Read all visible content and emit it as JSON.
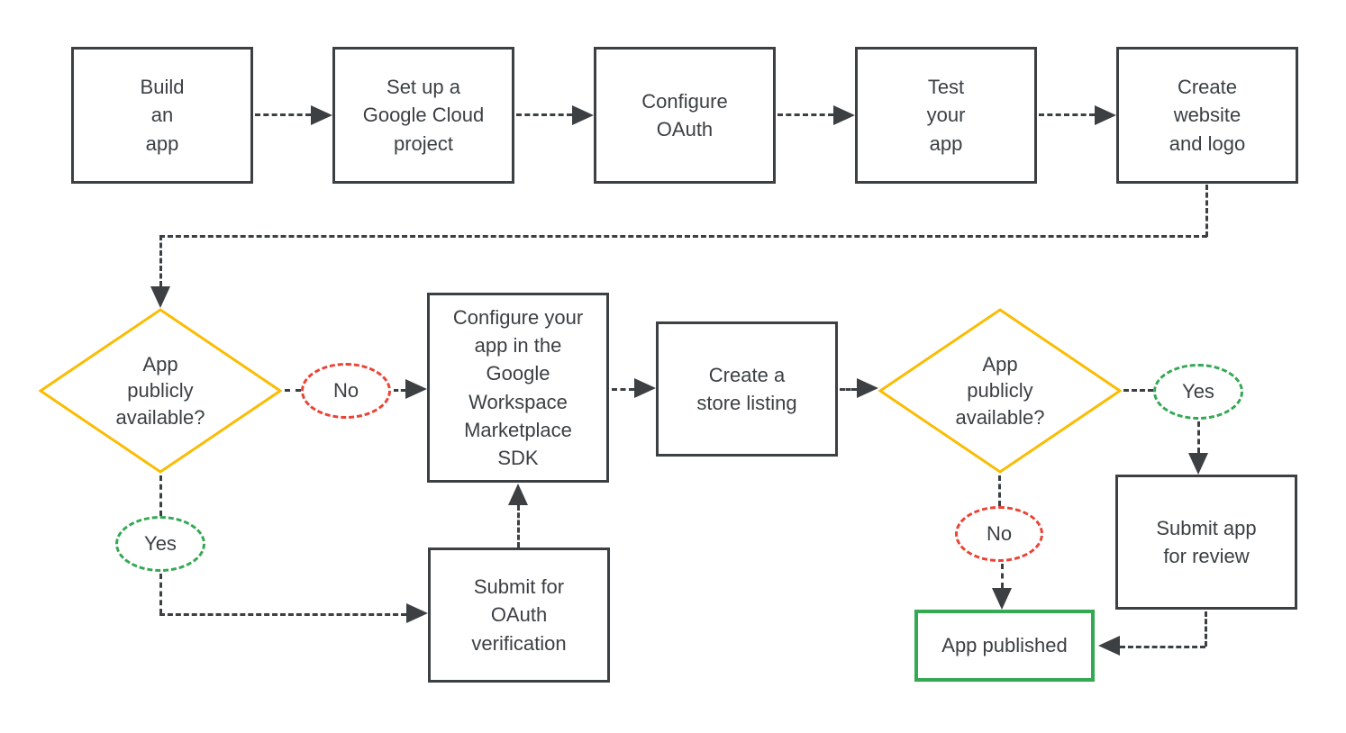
{
  "colors": {
    "yellow": "#FBBC04",
    "red": "#EA4335",
    "green": "#34A853",
    "line": "#3C4043",
    "bg": "#ffffff"
  },
  "steps": {
    "build_app": "Build\nan\napp",
    "setup_gcp": "Set up a\nGoogle Cloud\nproject",
    "configure_oauth": "Configure\nOAuth",
    "test_app": "Test\nyour\napp",
    "create_website": "Create\nwebsite\nand logo",
    "configure_sdk": "Configure your\napp in the\nGoogle\nWorkspace\nMarketplace\nSDK",
    "store_listing": "Create a\nstore listing",
    "submit_oauth": "Submit for\nOAuth\nverification",
    "submit_review": "Submit app\nfor review",
    "app_published": "App published"
  },
  "decisions": {
    "decision1": "App\npublicly\navailable?",
    "decision2": "App\npublicly\navailable?"
  },
  "branch_labels": {
    "no1": "No",
    "yes1": "Yes",
    "yes2": "Yes",
    "no2": "No"
  }
}
